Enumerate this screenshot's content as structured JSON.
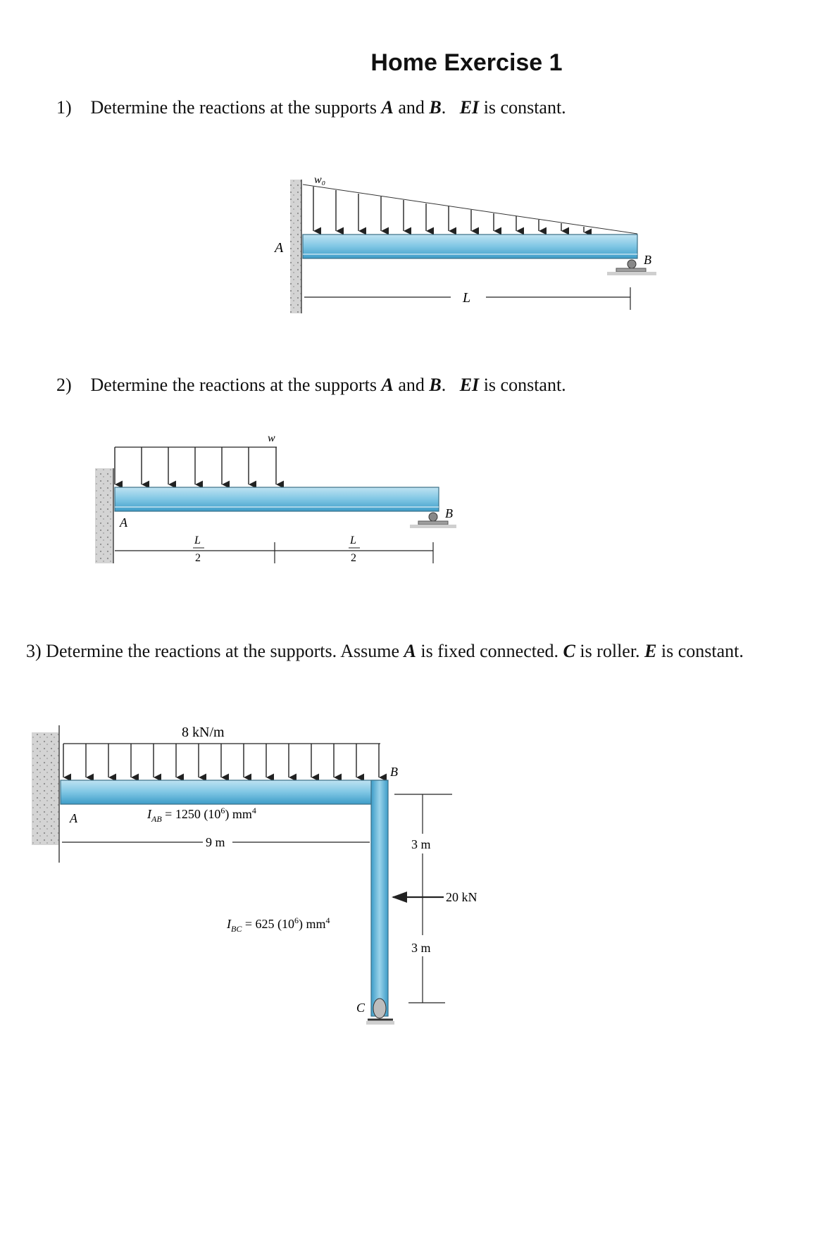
{
  "title": "Home Exercise 1",
  "problems": [
    {
      "number": "1)",
      "text_pre": "Determine the reactions at the supports ",
      "var_a": "A",
      "text_and": " and ",
      "var_b": "B",
      "text_dot": ".   ",
      "ei": "EI",
      "text_post": " is constant.",
      "figure": {
        "load_label": "w₀",
        "support_a": "A",
        "support_b": "B",
        "span": "L"
      }
    },
    {
      "number": "2)",
      "text_pre": "Determine the reactions at the supports ",
      "var_a": "A",
      "text_and": " and ",
      "var_b": "B",
      "text_dot": ".   ",
      "ei": "EI",
      "text_post": " is constant.",
      "figure": {
        "load_label": "w",
        "support_a": "A",
        "support_b": "B",
        "seg_num": "L",
        "seg_den": "2"
      }
    },
    {
      "number": "3)",
      "text_1": " Determine the reactions at the supports. Assume ",
      "var_a": "A",
      "text_2": " is fixed connected. ",
      "var_c": "C",
      "text_3": " is roller. ",
      "var_e": "E",
      "text_4": " is constant.",
      "figure": {
        "load_label": "8 kN/m",
        "support_a": "A",
        "joint_b": "B",
        "support_c": "C",
        "i_ab": "I",
        "i_ab_sub": "AB",
        "i_ab_value": " = 1250 (10",
        "i_ab_exp": "6",
        "i_ab_unit": ") mm",
        "i_ab_unit_exp": "4",
        "span_ab": "9 m",
        "i_bc": "I",
        "i_bc_sub": "BC",
        "i_bc_value": " = 625 (10",
        "i_bc_exp": "6",
        "i_bc_unit": ") mm",
        "i_bc_unit_exp": "4",
        "height_top": "3 m",
        "height_bottom": "3 m",
        "point_load": "20 kN"
      }
    }
  ]
}
